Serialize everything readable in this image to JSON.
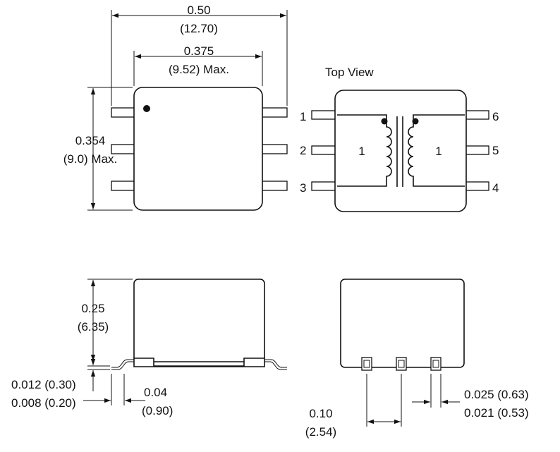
{
  "dimensions": {
    "width_in": "0.50",
    "width_mm": "(12.70)",
    "body_width_in": "0.375",
    "body_width_mm": "(9.52) Max.",
    "height_in": "0.354",
    "height_mm": "(9.0) Max.",
    "side_height_in": "0.25",
    "side_height_mm": "(6.35)",
    "lead_thick_1": "0.012 (0.30)",
    "lead_thick_2": "0.008 (0.20)",
    "lead_len_in": "0.04",
    "lead_len_mm": "(0.90)",
    "pitch_in": "0.10",
    "pitch_mm": "(2.54)",
    "lead_w_1": "0.025 (0.63)",
    "lead_w_2": "0.021 (0.53)"
  },
  "schematic": {
    "title": "Top View",
    "pins": [
      "1",
      "2",
      "3",
      "6",
      "5",
      "4"
    ],
    "turns_left": "1",
    "turns_right": "1"
  }
}
